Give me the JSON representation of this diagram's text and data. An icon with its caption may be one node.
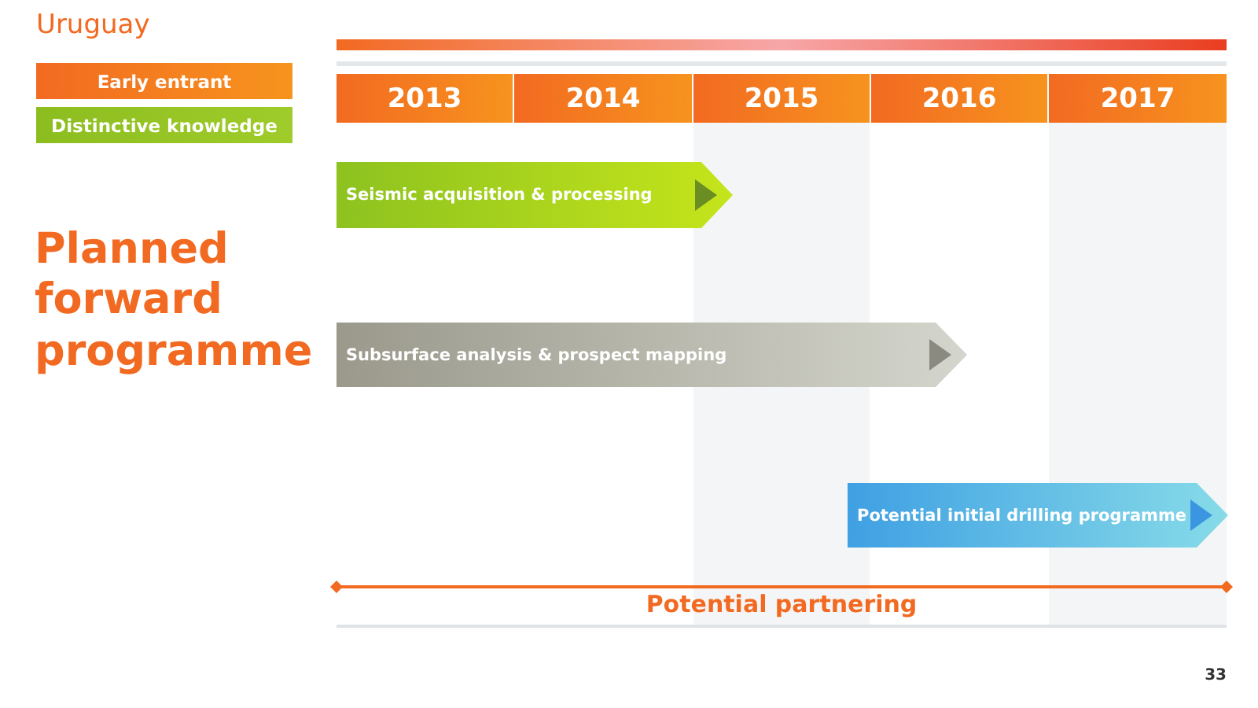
{
  "diagram": {
    "title": "Planned forward programme",
    "nodes": [
      {
        "text": [
          "Early entrant"
        ]
      },
      {
        "text": [
          "Distinctive knowledge"
        ]
      },
      {
        "text": [
          "2013"
        ]
      },
      {
        "text": [
          "2014"
        ]
      },
      {
        "text": [
          "2015"
        ]
      },
      {
        "text": [
          "2016"
        ]
      },
      {
        "text": [
          "2017"
        ]
      },
      {
        "text": [
          "Seismic acquisition & processing"
        ]
      },
      {
        "text": [
          "Subsurface analysis & prospect mapping"
        ]
      },
      {
        "text": [
          "Potential initial drilling programme"
        ]
      }
    ],
    "labels": [
      "Uruguay",
      "Potential partnering",
      "33"
    ]
  }
}
